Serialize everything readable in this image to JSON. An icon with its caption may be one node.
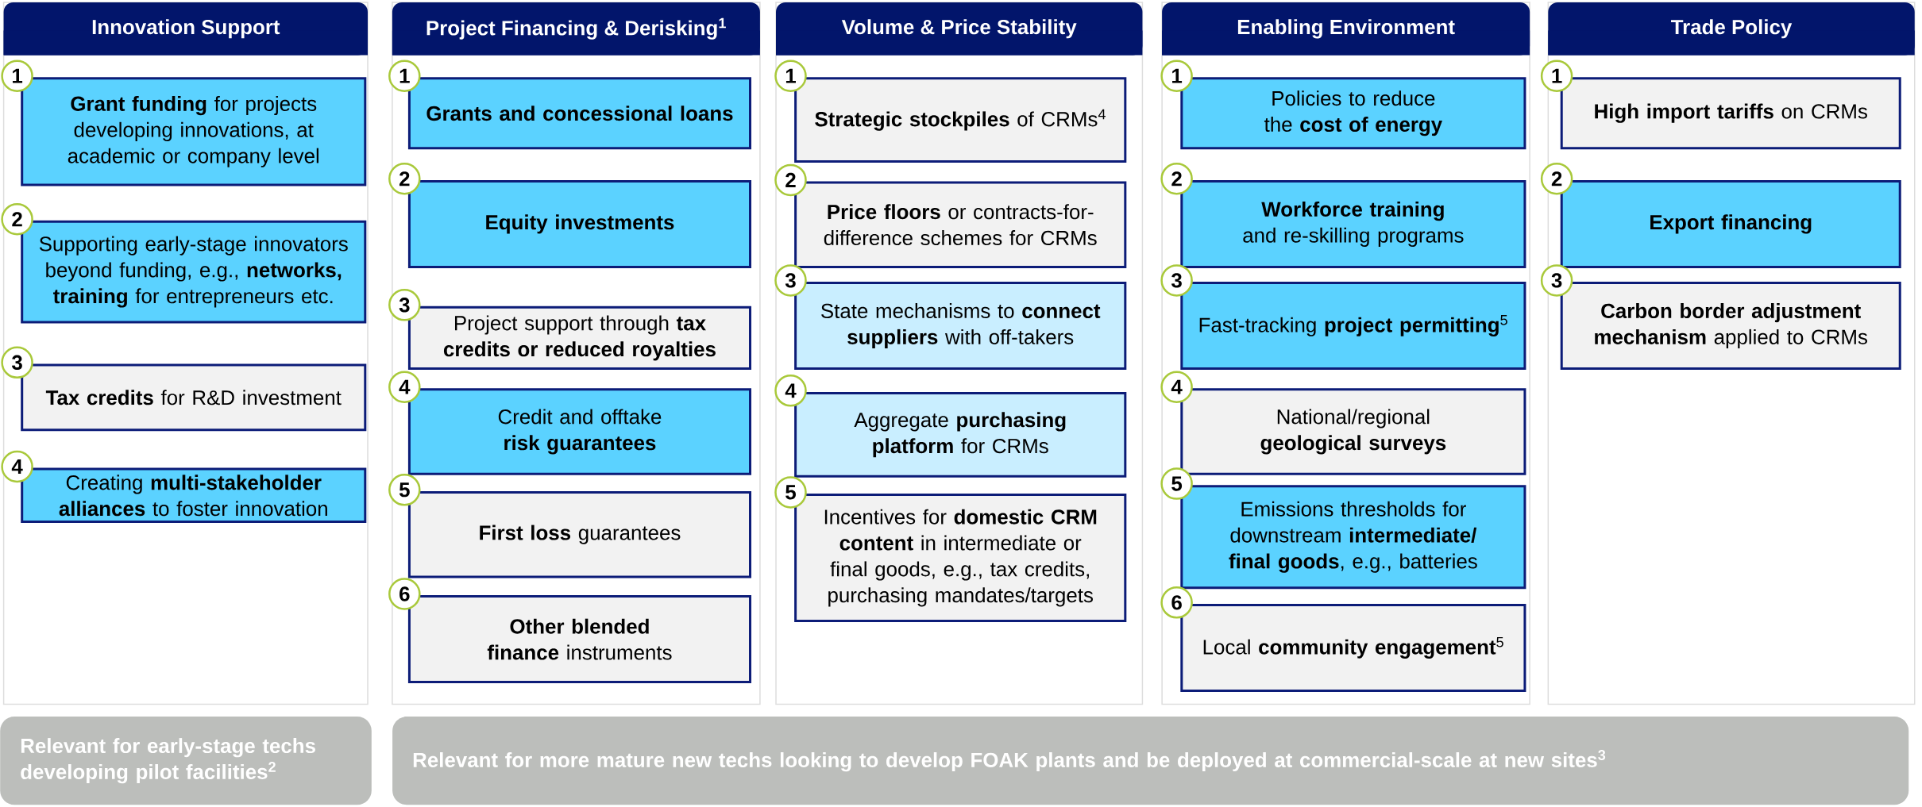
{
  "diagram": {
    "nodes": [
      {
        "text": [
          "Innovation Support"
        ]
      },
      {
        "text": [
          "**Grant funding** for projects developing innovations, at academic or company level"
        ],
        "in": 0,
        "beside": [
          "1"
        ]
      },
      {
        "text": [
          "Supporting early-stage innovators beyond funding, e.g., **networks, training** for entrepreneurs etc."
        ],
        "in": 0,
        "beside": [
          "2"
        ]
      },
      {
        "text": [
          "**Tax credits** for R&D investment"
        ],
        "in": 0,
        "beside": [
          "3"
        ]
      },
      {
        "text": [
          "Creating **multi-stakeholder alliances** to foster innovation"
        ],
        "in": 0,
        "beside": [
          "4"
        ]
      },
      {
        "text": [
          "Project Financing & Derisking$^{1}$"
        ]
      },
      {
        "text": [
          "**Grants and concessional loans**"
        ],
        "in": 5,
        "beside": [
          "1"
        ]
      },
      {
        "text": [
          "**Equity investments**"
        ],
        "in": 5,
        "beside": [
          "2"
        ]
      },
      {
        "text": [
          "Project support through **tax credits or reduced royalties**"
        ],
        "in": 5,
        "beside": [
          "3"
        ]
      },
      {
        "text": [
          "Credit and offtake **risk guarantees**"
        ],
        "in": 5,
        "beside": [
          "4"
        ]
      },
      {
        "text": [
          "**First loss** guarantees"
        ],
        "in": 5,
        "beside": [
          "5"
        ]
      },
      {
        "text": [
          "**Other blended finance** instruments"
        ],
        "in": 5,
        "beside": [
          "6"
        ]
      },
      {
        "text": [
          "Volume & Price Stability"
        ]
      },
      {
        "text": [
          "**Strategic stockpiles** of CRMs$^{4}$"
        ],
        "in": 12,
        "beside": [
          "1"
        ]
      },
      {
        "text": [
          "**Price floors** or contracts-for-difference schemes for CRMs"
        ],
        "in": 12,
        "beside": [
          "2"
        ]
      },
      {
        "text": [
          "State mechanisms to **connect suppliers** with off-takers"
        ],
        "in": 12,
        "beside": [
          "3"
        ]
      },
      {
        "text": [
          "Aggregate **purchasing platform** for CRMs"
        ],
        "in": 12,
        "beside": [
          "4"
        ]
      },
      {
        "text": [
          "Incentives for **domestic CRM content** in intermediate or final goods, e.g., tax credits, purchasing mandates/targets"
        ],
        "in": 12,
        "beside": [
          "5"
        ]
      },
      {
        "text": [
          "Enabling Environment"
        ]
      },
      {
        "text": [
          "Policies to reduce the **cost of energy**"
        ],
        "in": 18,
        "beside": [
          "1"
        ]
      },
      {
        "text": [
          "**Workforce training** and re-skilling programs"
        ],
        "in": 18,
        "beside": [
          "2"
        ]
      },
      {
        "text": [
          "Fast-tracking **project permitting**$^{5}$"
        ],
        "in": 18,
        "beside": [
          "3"
        ]
      },
      {
        "text": [
          "National/regional **geological surveys**"
        ],
        "in": 18,
        "beside": [
          "4"
        ]
      },
      {
        "text": [
          "Emissions thresholds for downstream **intermediate/ final goods**, e.g., batteries"
        ],
        "in": 18,
        "beside": [
          "5"
        ]
      },
      {
        "text": [
          "Local **community engagement**$^{5}$"
        ],
        "in": 18,
        "beside": [
          "6"
        ]
      },
      {
        "text": [
          "Trade Policy"
        ]
      },
      {
        "text": [
          "**High import tariffs** on CRMs"
        ],
        "in": 25,
        "beside": [
          "1"
        ]
      },
      {
        "text": [
          "**Export financing**"
        ],
        "in": 25,
        "beside": [
          "2"
        ]
      },
      {
        "text": [
          "**Carbon border adjustment mechanism** applied to CRMs"
        ],
        "in": 25,
        "beside": [
          "3"
        ]
      },
      {
        "text": [
          "Relevant for early-stage techs developing pilot facilities$^{2}$"
        ]
      },
      {
        "text": [
          "Relevant for more mature new techs looking to develop FOAK plants and be deployed at commercial-scale at new sites$^{3}$"
        ]
      }
    ]
  }
}
